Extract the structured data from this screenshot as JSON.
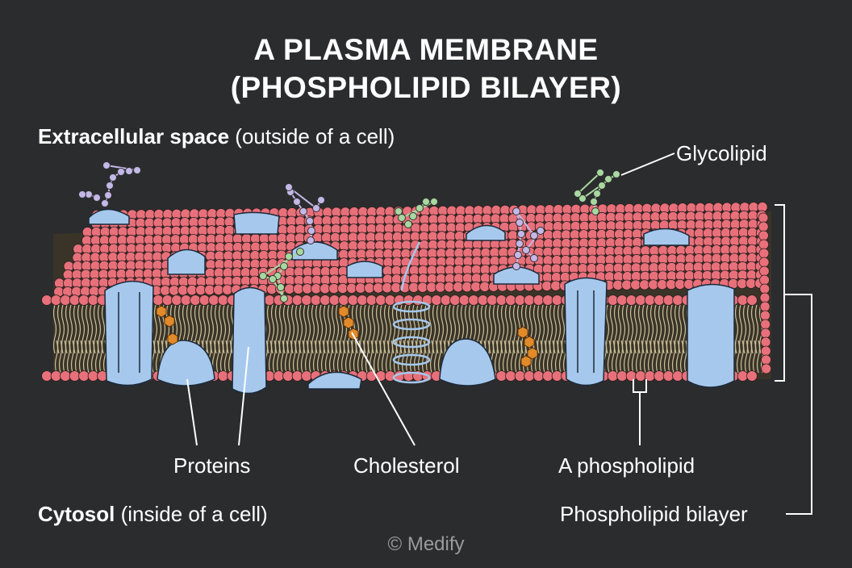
{
  "title": {
    "line1": "A PLASMA MEMBRANE",
    "line2": "(PHOSPHOLIPID BILAYER)"
  },
  "labels": {
    "extracellular_bold": "Extracellular space",
    "extracellular_rest": "(outside of a cell)",
    "cytosol_bold": "Cytosol",
    "cytosol_rest": "(inside of a cell)",
    "glycolipid": "Glycolipid",
    "proteins": "Proteins",
    "cholesterol": "Cholesterol",
    "phospholipid": "A phospholipid",
    "bilayer": "Phospholipid bilayer"
  },
  "credit": "© Medify",
  "colors": {
    "background": "#2b2c2e",
    "phospholipid_head": "#e8707a",
    "lipid_tail": "#e8dcb0",
    "protein": "#a6c8ec",
    "cholesterol": "#e08a2a",
    "glycolipid_chain": "#a8d8a0",
    "glycoprotein_chain": "#c4b8e8"
  }
}
